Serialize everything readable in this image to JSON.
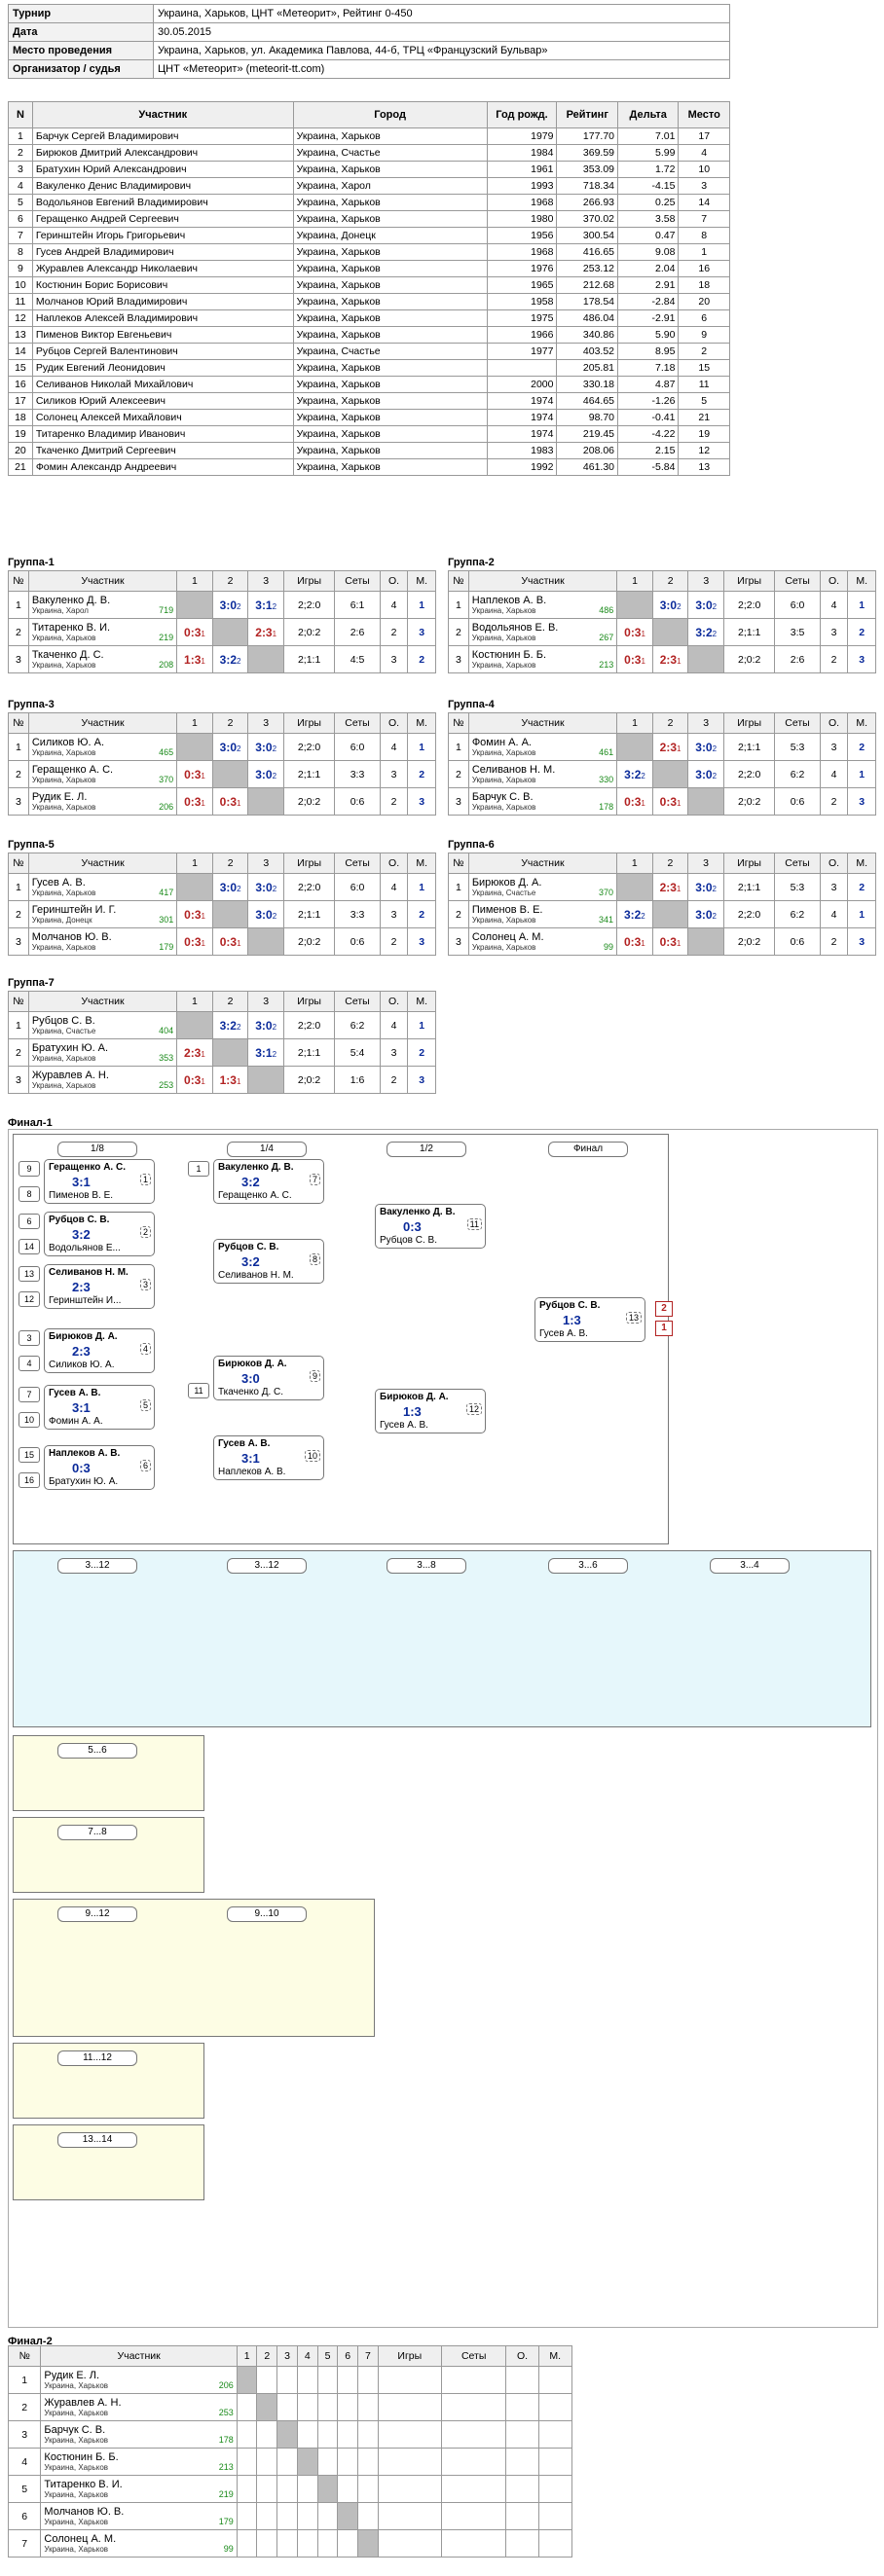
{
  "info": {
    "rows": [
      {
        "k": "Турнир",
        "v": "Украина, Харьков, ЦНТ «Метеорит», Рейтинг 0-450"
      },
      {
        "k": "Дата",
        "v": "30.05.2015"
      },
      {
        "k": "Место проведения",
        "v": "Украина, Харьков, ул. Академика Павлова, 44-б, ТРЦ «Французский Бульвар»"
      },
      {
        "k": "Организатор / судья",
        "v": "ЦНТ «Метеорит» (meteorit-tt.com)"
      }
    ]
  },
  "players": {
    "headers": [
      "N",
      "Участник",
      "Город",
      "Год рожд.",
      "Рейтинг",
      "Дельта",
      "Место"
    ],
    "rows": [
      [
        "1",
        "Барчук Сергей Владимирович",
        "Украина, Харьков",
        "1979",
        "177.70",
        "7.01",
        "17"
      ],
      [
        "2",
        "Бирюков Дмитрий Александрович",
        "Украина, Счастье",
        "1984",
        "369.59",
        "5.99",
        "4"
      ],
      [
        "3",
        "Братухин Юрий Александрович",
        "Украина, Харьков",
        "1961",
        "353.09",
        "1.72",
        "10"
      ],
      [
        "4",
        "Вакуленко Денис Владимирович",
        "Украина, Харол",
        "1993",
        "718.34",
        "-4.15",
        "3"
      ],
      [
        "5",
        "Водольянов Евгений Владимирович",
        "Украина, Харьков",
        "1968",
        "266.93",
        "0.25",
        "14"
      ],
      [
        "6",
        "Геращенко Андрей Сергеевич",
        "Украина, Харьков",
        "1980",
        "370.02",
        "3.58",
        "7"
      ],
      [
        "7",
        "Геринштейн Игорь Григорьевич",
        "Украина, Донецк",
        "1956",
        "300.54",
        "0.47",
        "8"
      ],
      [
        "8",
        "Гусев Андрей Владимирович",
        "Украина, Харьков",
        "1968",
        "416.65",
        "9.08",
        "1"
      ],
      [
        "9",
        "Журавлев Александр Николаевич",
        "Украина, Харьков",
        "1976",
        "253.12",
        "2.04",
        "16"
      ],
      [
        "10",
        "Костюнин Борис Борисович",
        "Украина, Харьков",
        "1965",
        "212.68",
        "2.91",
        "18"
      ],
      [
        "11",
        "Молчанов Юрий Владимирович",
        "Украина, Харьков",
        "1958",
        "178.54",
        "-2.84",
        "20"
      ],
      [
        "12",
        "Наплеков Алексей Владимирович",
        "Украина, Харьков",
        "1975",
        "486.04",
        "-2.91",
        "6"
      ],
      [
        "13",
        "Пименов Виктор Евгеньевич",
        "Украина, Харьков",
        "1966",
        "340.86",
        "5.90",
        "9"
      ],
      [
        "14",
        "Рубцов Сергей Валентинович",
        "Украина, Счастье",
        "1977",
        "403.52",
        "8.95",
        "2"
      ],
      [
        "15",
        "Рудик Евгений Леонидович",
        "Украина, Харьков",
        "",
        "205.81",
        "7.18",
        "15"
      ],
      [
        "16",
        "Селиванов Николай Михайлович",
        "Украина, Харьков",
        "2000",
        "330.18",
        "4.87",
        "11"
      ],
      [
        "17",
        "Силиков Юрий Алексеевич",
        "Украина, Харьков",
        "1974",
        "464.65",
        "-1.26",
        "5"
      ],
      [
        "18",
        "Солонец Алексей Михайлович",
        "Украина, Харьков",
        "1974",
        "98.70",
        "-0.41",
        "21"
      ],
      [
        "19",
        "Титаренко Владимир Иванович",
        "Украина, Харьков",
        "1974",
        "219.45",
        "-4.22",
        "19"
      ],
      [
        "20",
        "Ткаченко Дмитрий Сергеевич",
        "Украина, Харьков",
        "1983",
        "208.06",
        "2.15",
        "12"
      ],
      [
        "21",
        "Фомин Александр Андреевич",
        "Украина, Харьков",
        "1992",
        "461.30",
        "-5.84",
        "13"
      ]
    ]
  },
  "group_headers": [
    "№",
    "Участник",
    "1",
    "2",
    "3",
    "Игры",
    "Сеты",
    "О.",
    "М."
  ],
  "groups": [
    {
      "title": "Группа-1",
      "rows": [
        {
          "n": "1",
          "name": "Вакуленко Д. В.",
          "city": "Украина, Харол",
          "rating": "719",
          "res": [
            "",
            "3:0|2",
            "3:1|2"
          ],
          "games": "2;2:0",
          "sets": "6:1",
          "o": "4",
          "m": "1"
        },
        {
          "n": "2",
          "name": "Титаренко В. И.",
          "city": "Украина, Харьков",
          "rating": "219",
          "res": [
            "0:3|1",
            "",
            "2:3|1"
          ],
          "games": "2;0:2",
          "sets": "2:6",
          "o": "2",
          "m": "3"
        },
        {
          "n": "3",
          "name": "Ткаченко Д. С.",
          "city": "Украина, Харьков",
          "rating": "208",
          "res": [
            "1:3|1",
            "3:2|2",
            ""
          ],
          "games": "2;1:1",
          "sets": "4:5",
          "o": "3",
          "m": "2"
        }
      ]
    },
    {
      "title": "Группа-2",
      "rows": [
        {
          "n": "1",
          "name": "Наплеков А. В.",
          "city": "Украина, Харьков",
          "rating": "486",
          "res": [
            "",
            "3:0|2",
            "3:0|2"
          ],
          "games": "2;2:0",
          "sets": "6:0",
          "o": "4",
          "m": "1"
        },
        {
          "n": "2",
          "name": "Водольянов Е. В.",
          "city": "Украина, Харьков",
          "rating": "267",
          "res": [
            "0:3|1",
            "",
            "3:2|2"
          ],
          "games": "2;1:1",
          "sets": "3:5",
          "o": "3",
          "m": "2"
        },
        {
          "n": "3",
          "name": "Костюнин Б. Б.",
          "city": "Украина, Харьков",
          "rating": "213",
          "res": [
            "0:3|1",
            "2:3|1",
            ""
          ],
          "games": "2;0:2",
          "sets": "2:6",
          "o": "2",
          "m": "3"
        }
      ]
    },
    {
      "title": "Группа-3",
      "rows": [
        {
          "n": "1",
          "name": "Силиков Ю. А.",
          "city": "Украина, Харьков",
          "rating": "465",
          "res": [
            "",
            "3:0|2",
            "3:0|2"
          ],
          "games": "2;2:0",
          "sets": "6:0",
          "o": "4",
          "m": "1"
        },
        {
          "n": "2",
          "name": "Геращенко А. С.",
          "city": "Украина, Харьков",
          "rating": "370",
          "res": [
            "0:3|1",
            "",
            "3:0|2"
          ],
          "games": "2;1:1",
          "sets": "3:3",
          "o": "3",
          "m": "2"
        },
        {
          "n": "3",
          "name": "Рудик Е. Л.",
          "city": "Украина, Харьков",
          "rating": "206",
          "res": [
            "0:3|1",
            "0:3|1",
            ""
          ],
          "games": "2;0:2",
          "sets": "0:6",
          "o": "2",
          "m": "3"
        }
      ]
    },
    {
      "title": "Группа-4",
      "rows": [
        {
          "n": "1",
          "name": "Фомин А. А.",
          "city": "Украина, Харьков",
          "rating": "461",
          "res": [
            "",
            "2:3|1",
            "3:0|2"
          ],
          "games": "2;1:1",
          "sets": "5:3",
          "o": "3",
          "m": "2"
        },
        {
          "n": "2",
          "name": "Селиванов Н. М.",
          "city": "Украина, Харьков",
          "rating": "330",
          "res": [
            "3:2|2",
            "",
            "3:0|2"
          ],
          "games": "2;2:0",
          "sets": "6:2",
          "o": "4",
          "m": "1"
        },
        {
          "n": "3",
          "name": "Барчук С. В.",
          "city": "Украина, Харьков",
          "rating": "178",
          "res": [
            "0:3|1",
            "0:3|1",
            ""
          ],
          "games": "2;0:2",
          "sets": "0:6",
          "o": "2",
          "m": "3"
        }
      ]
    },
    {
      "title": "Группа-5",
      "rows": [
        {
          "n": "1",
          "name": "Гусев А. В.",
          "city": "Украина, Харьков",
          "rating": "417",
          "res": [
            "",
            "3:0|2",
            "3:0|2"
          ],
          "games": "2;2:0",
          "sets": "6:0",
          "o": "4",
          "m": "1"
        },
        {
          "n": "2",
          "name": "Геринштейн И. Г.",
          "city": "Украина, Донецк",
          "rating": "301",
          "res": [
            "0:3|1",
            "",
            "3:0|2"
          ],
          "games": "2;1:1",
          "sets": "3:3",
          "o": "3",
          "m": "2"
        },
        {
          "n": "3",
          "name": "Молчанов Ю. В.",
          "city": "Украина, Харьков",
          "rating": "179",
          "res": [
            "0:3|1",
            "0:3|1",
            ""
          ],
          "games": "2;0:2",
          "sets": "0:6",
          "o": "2",
          "m": "3"
        }
      ]
    },
    {
      "title": "Группа-6",
      "rows": [
        {
          "n": "1",
          "name": "Бирюков Д. А.",
          "city": "Украина, Счастье",
          "rating": "370",
          "res": [
            "",
            "2:3|1",
            "3:0|2"
          ],
          "games": "2;1:1",
          "sets": "5:3",
          "o": "3",
          "m": "2"
        },
        {
          "n": "2",
          "name": "Пименов В. Е.",
          "city": "Украина, Харьков",
          "rating": "341",
          "res": [
            "3:2|2",
            "",
            "3:0|2"
          ],
          "games": "2;2:0",
          "sets": "6:2",
          "o": "4",
          "m": "1"
        },
        {
          "n": "3",
          "name": "Солонец А. М.",
          "city": "Украина, Харьков",
          "rating": "99",
          "res": [
            "0:3|1",
            "0:3|1",
            ""
          ],
          "games": "2;0:2",
          "sets": "0:6",
          "o": "2",
          "m": "3"
        }
      ]
    },
    {
      "title": "Группа-7",
      "rows": [
        {
          "n": "1",
          "name": "Рубцов С. В.",
          "city": "Украина, Счастье",
          "rating": "404",
          "res": [
            "",
            "3:2|2",
            "3:0|2"
          ],
          "games": "2;2:0",
          "sets": "6:2",
          "o": "4",
          "m": "1"
        },
        {
          "n": "2",
          "name": "Братухин Ю. А.",
          "city": "Украина, Харьков",
          "rating": "353",
          "res": [
            "2:3|1",
            "",
            "3:1|2"
          ],
          "games": "2;1:1",
          "sets": "5:4",
          "o": "3",
          "m": "2"
        },
        {
          "n": "3",
          "name": "Журавлев А. Н.",
          "city": "Украина, Харьков",
          "rating": "253",
          "res": [
            "0:3|1",
            "1:3|1",
            ""
          ],
          "games": "2;0:2",
          "sets": "1:6",
          "o": "2",
          "m": "3"
        }
      ]
    }
  ],
  "final1": {
    "title": "Финал-1",
    "stages": [
      "1/8",
      "1/4",
      "1/2",
      "Финал",
      "3...12",
      "3...12",
      "3...8",
      "3...6",
      "3...4",
      "5...6",
      "7...8",
      "9...12",
      "9...10",
      "11...12",
      "13...14"
    ],
    "matches": [
      {
        "p1": "Геращенко А. С.",
        "p2": "Пименов В. Е.",
        "score": "3:1",
        "num": "1",
        "s1": "9",
        "s2": "8"
      },
      {
        "p1": "Рубцов С. В.",
        "p2": "Водольянов Е...",
        "score": "3:2",
        "num": "2",
        "s1": "6",
        "s2": "14"
      },
      {
        "p1": "Селиванов Н. М.",
        "p2": "Геринштейн И...",
        "score": "2:3",
        "num": "3",
        "s1": "13",
        "s2": "12"
      },
      {
        "p1": "Бирюков Д. А.",
        "p2": "Силиков Ю. А.",
        "score": "2:3",
        "num": "4",
        "s1": "3",
        "s2": "4"
      },
      {
        "p1": "Гусев А. В.",
        "p2": "Фомин А. А.",
        "score": "3:1",
        "num": "5",
        "s1": "7",
        "s2": "10"
      },
      {
        "p1": "Наплеков А. В.",
        "p2": "Братухин Ю. А.",
        "score": "0:3",
        "num": "6",
        "s1": "15",
        "s2": "16"
      },
      {
        "p1": "Вакуленко Д. В.",
        "p2": "Геращенко А. С.",
        "score": "3:2",
        "num": "7",
        "s1": "1",
        "s2": ""
      },
      {
        "p1": "Рубцов С. В.",
        "p2": "Селиванов Н. М.",
        "score": "3:2",
        "num": "8",
        "s1": "",
        "s2": ""
      },
      {
        "p1": "Бирюков Д. А.",
        "p2": "Ткаченко Д. С.",
        "score": "3:0",
        "num": "9",
        "s1": "",
        "s2": "11"
      },
      {
        "p1": "Гусев А. В.",
        "p2": "Наплеков А. В.",
        "score": "3:1",
        "num": "10",
        "s1": "",
        "s2": ""
      },
      {
        "p1": "Вакуленко Д. В.",
        "p2": "Рубцов С. В.",
        "score": "0:3",
        "num": "11",
        "s1": "",
        "s2": ""
      },
      {
        "p1": "Бирюков Д. А.",
        "p2": "Гусев А. В.",
        "score": "1:3",
        "num": "12",
        "s1": "",
        "s2": ""
      },
      {
        "p1": "Рубцов С. В.",
        "p2": "Гусев А. В.",
        "score": "1:3",
        "num": "13",
        "s1": "",
        "s2": ""
      }
    ],
    "final_ranks": [
      "2",
      "1"
    ]
  },
  "final2": {
    "title": "Финал-2",
    "headers": [
      "№",
      "Участник",
      "1",
      "2",
      "3",
      "4",
      "5",
      "6",
      "7",
      "Игры",
      "Сеты",
      "О.",
      "М."
    ],
    "rows": [
      {
        "n": "1",
        "name": "Рудик Е. Л.",
        "city": "Украина, Харьков",
        "rating": "206"
      },
      {
        "n": "2",
        "name": "Журавлев А. Н.",
        "city": "Украина, Харьков",
        "rating": "253"
      },
      {
        "n": "3",
        "name": "Барчук С. В.",
        "city": "Украина, Харьков",
        "rating": "178"
      },
      {
        "n": "4",
        "name": "Костюнин Б. Б.",
        "city": "Украина, Харьков",
        "rating": "213"
      },
      {
        "n": "5",
        "name": "Титаренко В. И.",
        "city": "Украина, Харьков",
        "rating": "219"
      },
      {
        "n": "6",
        "name": "Молчанов Ю. В.",
        "city": "Украина, Харьков",
        "rating": "179"
      },
      {
        "n": "7",
        "name": "Солонец А. М.",
        "city": "Украина, Харьков",
        "rating": "99"
      }
    ]
  }
}
